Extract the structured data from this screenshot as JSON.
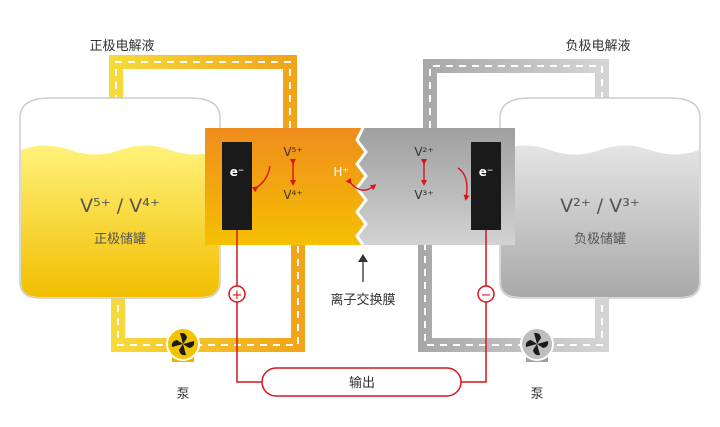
{
  "labels": {
    "pos_electrolyte": "正极电解液",
    "neg_electrolyte": "负极电解液",
    "pos_tank": "正极储罐",
    "neg_tank": "负极储罐",
    "membrane": "离子交换膜",
    "output": "输出",
    "pump_left": "泵",
    "pump_right": "泵",
    "electron": "e⁻",
    "plus": "+",
    "minus": "−"
  },
  "species": {
    "left_tank": "V⁵⁺ / V⁴⁺",
    "right_tank": "V²⁺ / V³⁺",
    "cathode_top": "V⁵⁺",
    "cathode_bottom": "V⁴⁺",
    "proton": "H⁺",
    "anode_top": "V²⁺",
    "anode_bottom": "V³⁺"
  },
  "colors": {
    "positive_electrolyte": "#F5C400",
    "positive_cell": "#F19A1A",
    "negative_electrolyte": "#B5B5B5",
    "negative_cell": "#A8A8A8",
    "circuit_red": "#D7141A",
    "electrode": "#1A1A1A"
  }
}
